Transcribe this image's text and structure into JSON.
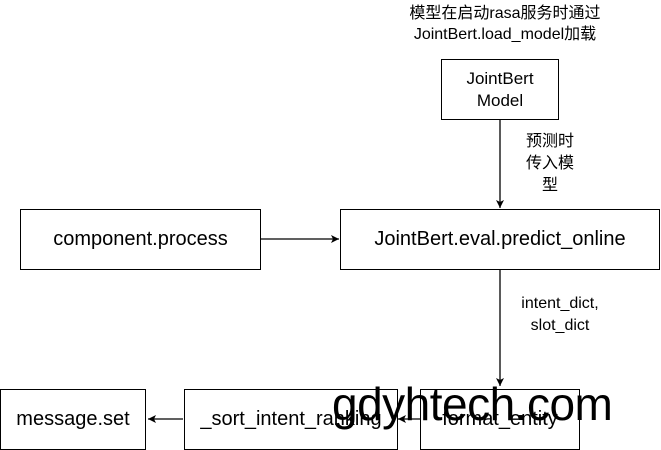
{
  "diagram": {
    "top_note": {
      "line1": "模型在启动rasa服务时通过",
      "line2": "JointBert.load_model加载"
    },
    "nodes": {
      "jointbert_model": {
        "line1": "JointBert",
        "line2": "Model"
      },
      "component_process": {
        "label": "component.process"
      },
      "predict_online": {
        "label": "JointBert.eval.predict_online"
      },
      "message_set": {
        "label": "message.set"
      },
      "sort_intent_ranking": {
        "label": "_sort_intent_ranking"
      },
      "format_entity": {
        "label": "format_entity"
      }
    },
    "edge_labels": {
      "model_to_predict": {
        "line1": "预测时",
        "line2": "传入模",
        "line3": "型"
      },
      "predict_to_format": {
        "line1": "intent_dict,",
        "line2": "slot_dict"
      }
    },
    "colors": {
      "stroke": "#000000",
      "background": "#ffffff"
    }
  },
  "watermark": {
    "text": "gdyhtech.com"
  }
}
